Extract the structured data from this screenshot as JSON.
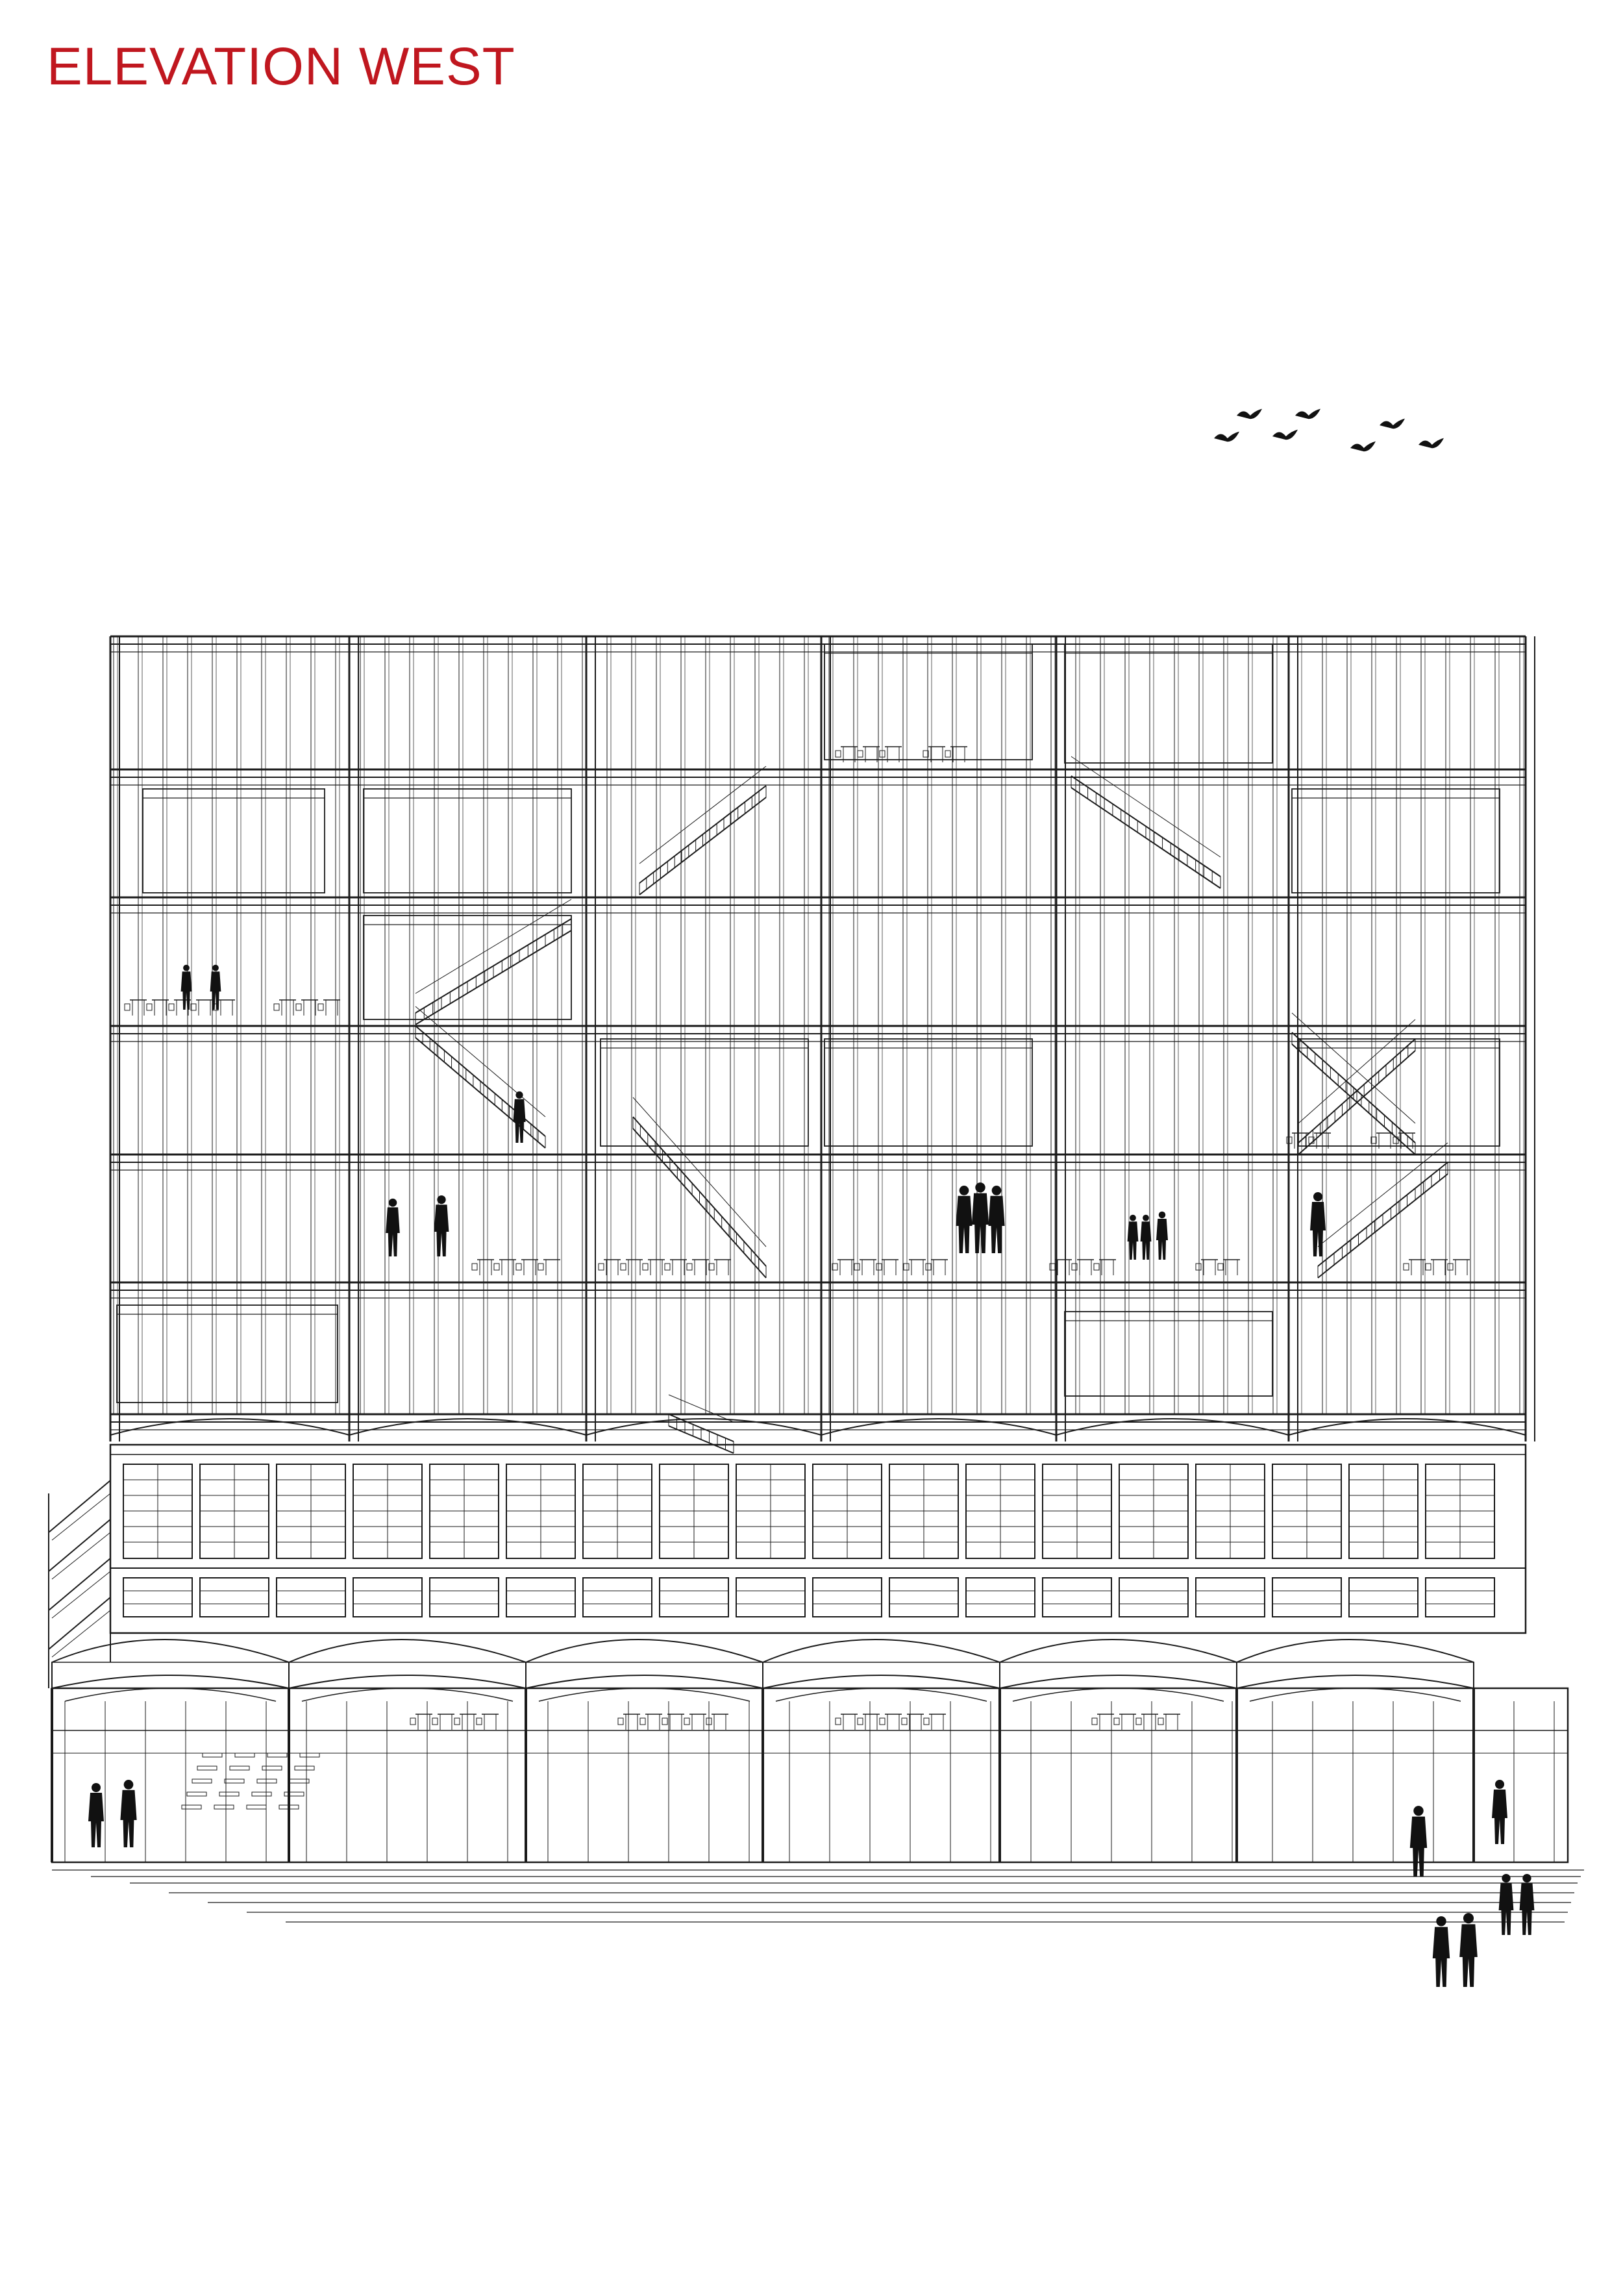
{
  "sheet": {
    "title": "ELEVATION WEST",
    "title_color": "#c0171f"
  },
  "drawing": {
    "line_color": "#1a1a1a",
    "silhouette_color": "#111111",
    "background": "#ffffff",
    "facade_bays": 6,
    "upper_floors": 6,
    "podium_rows": 2,
    "arched_canopy_bays": 6
  }
}
